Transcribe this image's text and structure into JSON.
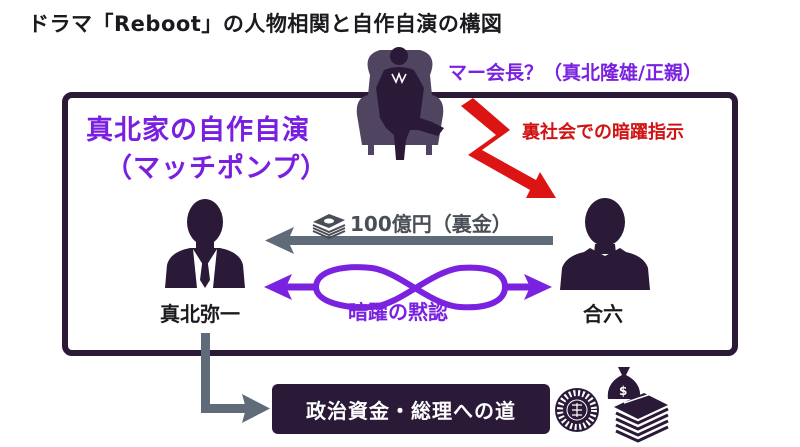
{
  "title": "ドラマ「Reboot」の人物相関と自作自演の構図",
  "frame": {
    "label_line1": "真北家の自作自演",
    "label_line2": "（マッチポンプ）"
  },
  "boss": {
    "label": "マー会長？（真北隆雄/正親）",
    "icon": "seated-boss-silhouette-icon"
  },
  "instruction": {
    "label": "裏社会での暗躍指示",
    "color": "#d01212"
  },
  "characters": [
    {
      "name": "真北弥一",
      "icon": "businessman-silhouette-icon"
    },
    {
      "name": "合六",
      "icon": "man-silhouette-icon"
    }
  ],
  "money_flow": {
    "label": "100億円（裏金）",
    "icon": "cash-stack-icon",
    "color": "#5f6b78"
  },
  "tacit_approval": {
    "label": "暗躍の黙認",
    "color": "#7a22e0"
  },
  "goal": {
    "label": "政治資金・総理への道",
    "icons": [
      "seal-emblem-icon",
      "money-bag-cash-icon"
    ]
  },
  "colors": {
    "dark": "#2a1a38",
    "purple": "#7a22e0",
    "red": "#d01212",
    "gray": "#5f6b78"
  }
}
